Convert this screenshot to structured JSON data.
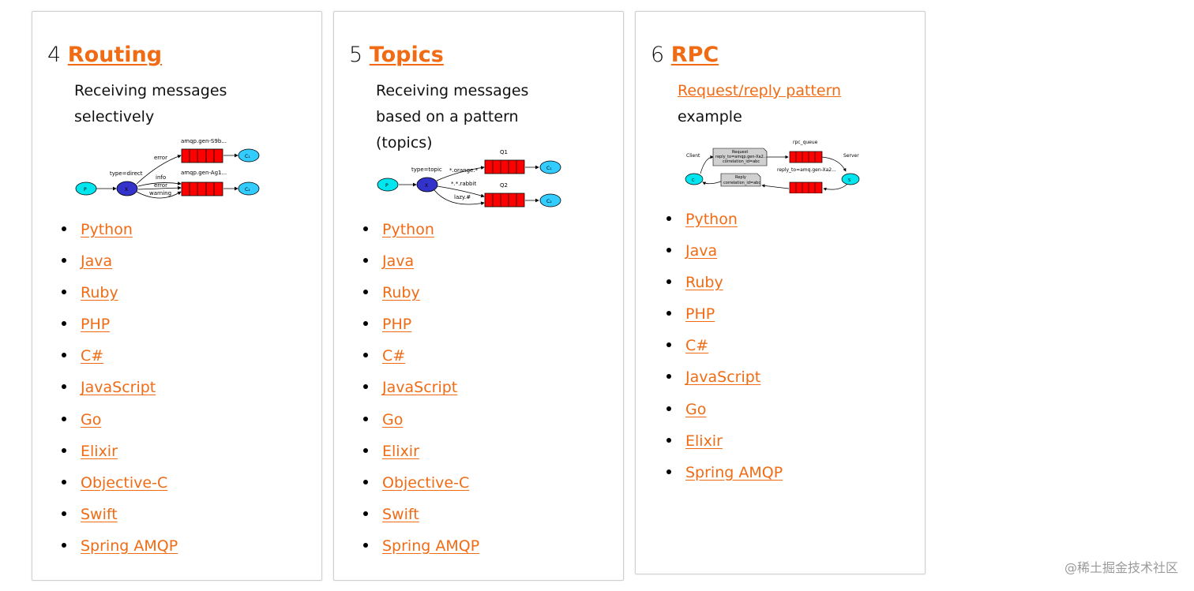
{
  "cards": {
    "routing": {
      "number": "4",
      "title": "Routing",
      "description": "Receiving messages selectively",
      "diagram": {
        "exchange_type": "type=direct",
        "queue1_name": "amqp.gen-S9b...",
        "queue2_name": "amqp.gen-Ag1...",
        "binding_error_top": "error",
        "binding_info": "info",
        "binding_error": "error",
        "binding_warning": "warning",
        "producer": "P",
        "exchange": "X",
        "consumer1": "C₁",
        "consumer2": "C₂"
      },
      "languages": [
        "Python",
        "Java",
        "Ruby",
        "PHP",
        "C#",
        "JavaScript",
        "Go",
        "Elixir",
        "Objective-C",
        "Swift",
        "Spring AMQP"
      ]
    },
    "topics": {
      "number": "5",
      "title": "Topics",
      "description": "Receiving messages based on a pattern (topics)",
      "diagram": {
        "exchange_type": "type=topic",
        "queue1_name": "Q1",
        "queue2_name": "Q2",
        "binding1": "*.orange.*",
        "binding2": "*.*.rabbit",
        "binding3": "lazy.#",
        "producer": "P",
        "exchange": "X",
        "consumer1": "C₁",
        "consumer2": "C₂"
      },
      "languages": [
        "Python",
        "Java",
        "Ruby",
        "PHP",
        "C#",
        "JavaScript",
        "Go",
        "Elixir",
        "Objective-C",
        "Swift",
        "Spring AMQP"
      ]
    },
    "rpc": {
      "number": "6",
      "title": "RPC",
      "description_link": "Request/reply pattern",
      "description_rest": "example",
      "diagram": {
        "client_label": "Client",
        "server_label": "Server",
        "client": "C",
        "server": "S",
        "rpc_queue": "rpc_queue",
        "reply_queue": "reply_to=amq.gen-Xa2...",
        "request_l1": "Request",
        "request_l2": "reply_to=amqp.gen-Xa2...",
        "request_l3": "correlation_id=abc",
        "reply_l1": "Reply",
        "reply_l2": "correlation_id=abc"
      },
      "languages": [
        "Python",
        "Java",
        "Ruby",
        "PHP",
        "C#",
        "JavaScript",
        "Go",
        "Elixir",
        "Spring AMQP"
      ]
    }
  },
  "watermark": "@稀土掘金技术社区",
  "colors": {
    "accent": "#f06b14",
    "queue": "#ff0000",
    "producer": "#00e5ee",
    "exchange": "#3333cc",
    "consumer": "#33ccff"
  }
}
